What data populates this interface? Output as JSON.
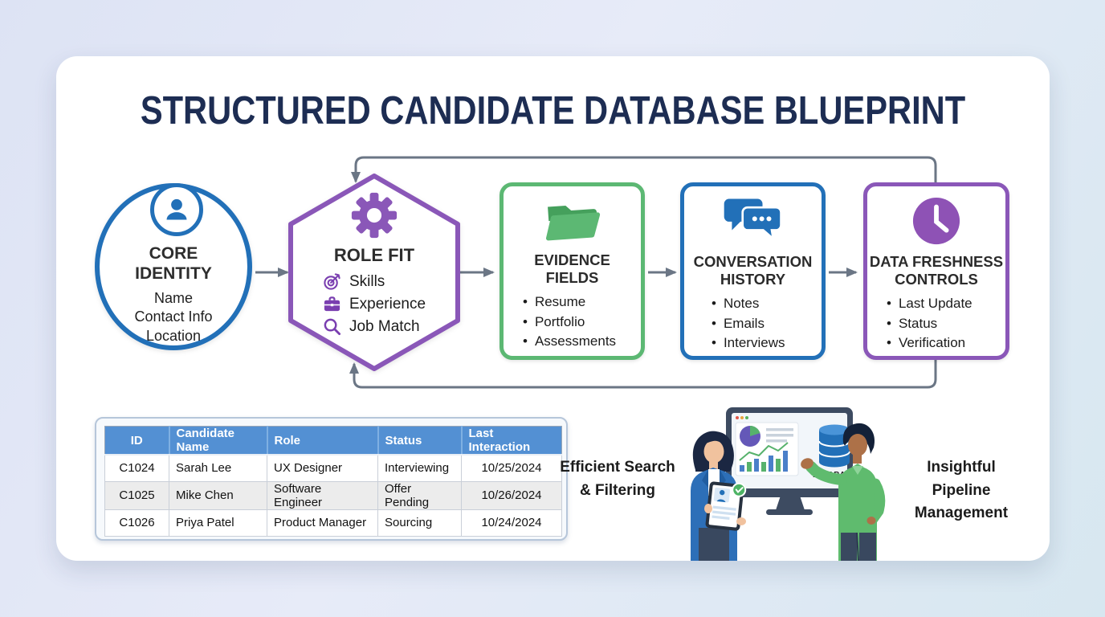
{
  "title": "STRUCTURED CANDIDATE DATABASE BLUEPRINT",
  "colors": {
    "blue": "#2270b8",
    "purple": "#8a57b8",
    "green": "#5cb873",
    "gray": "#6b7685",
    "navy": "#1d2d53",
    "header_blue": "#5390d3"
  },
  "nodes": {
    "core_identity": {
      "title": "CORE IDENTITY",
      "title_lines": [
        "CORE",
        "IDENTITY"
      ],
      "icon": "person-icon",
      "items": [
        "Name",
        "Contact Info",
        "Location"
      ]
    },
    "role_fit": {
      "title": "ROLE FIT",
      "icon": "gear-icon",
      "items": [
        {
          "icon": "target-icon",
          "label": "Skills"
        },
        {
          "icon": "briefcase-icon",
          "label": "Experience"
        },
        {
          "icon": "search-icon",
          "label": "Job Match"
        }
      ]
    },
    "evidence_fields": {
      "title": "EVIDENCE FIELDS",
      "title_lines": [
        "EVIDENCE",
        "FIELDS"
      ],
      "icon": "folder-icon",
      "items": [
        "Resume",
        "Portfolio",
        "Assessments"
      ]
    },
    "conversation_history": {
      "title": "CONVERSATION HISTORY",
      "title_lines": [
        "CONVERSATION",
        "HISTORY"
      ],
      "icon": "chat-icon",
      "items": [
        "Notes",
        "Emails",
        "Interviews"
      ]
    },
    "data_freshness": {
      "title": "DATA FRESHNESS CONTROLS",
      "title_lines": [
        "DATA FRESHNESS",
        "CONTROLS"
      ],
      "icon": "clock-icon",
      "items": [
        "Last Update",
        "Status",
        "Verification"
      ]
    }
  },
  "table": {
    "headers": [
      "ID",
      "Candidate Name",
      "Role",
      "Status",
      "Last Interaction"
    ],
    "rows": [
      [
        "C1024",
        "Sarah Lee",
        "UX Designer",
        "Interviewing",
        "10/25/2024"
      ],
      [
        "C1025",
        "Mike Chen",
        "Software Engineer",
        "Offer Pending",
        "10/26/2024"
      ],
      [
        "C1026",
        "Priya Patel",
        "Product Manager",
        "Sourcing",
        "10/24/2024"
      ]
    ]
  },
  "captions": {
    "left": "Efficient Search & Filtering",
    "right": "Insightful Pipeline Management"
  },
  "illustration": {
    "screen_label": "DATABASE"
  }
}
